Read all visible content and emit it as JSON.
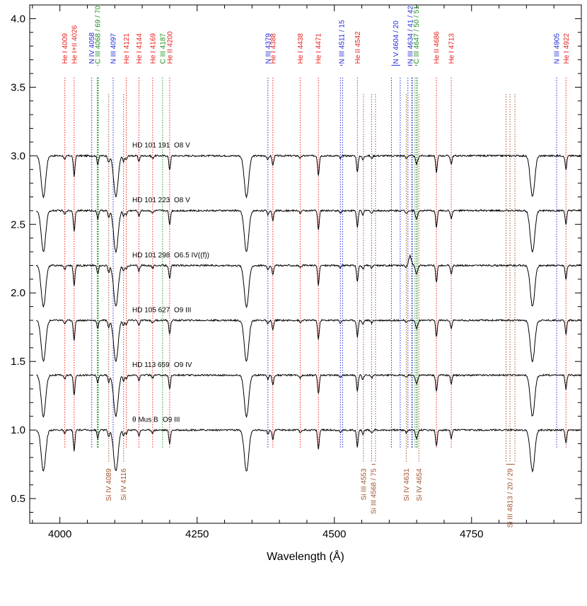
{
  "chart_data": {
    "type": "line",
    "xlabel": "Wavelength (Å)",
    "ylabel": "",
    "xlim": [
      3945,
      4950
    ],
    "ylim": [
      0.32,
      4.1
    ],
    "xticks": [
      4000,
      4250,
      4500,
      4750
    ],
    "yticks": [
      0.5,
      1.0,
      1.5,
      2.0,
      2.5,
      3.0,
      3.5,
      4.0
    ],
    "grid": false,
    "colors": {
      "spectrum": "#000000",
      "He": "#e8201c",
      "N": "#2028d8",
      "C": "#1a8f1a",
      "Si": "#a0522d"
    },
    "series": [
      {
        "name": "HD 101 191",
        "sptype": "O8 V",
        "offset": 3.0
      },
      {
        "name": "HD 101 223",
        "sptype": "O8 V",
        "offset": 2.6
      },
      {
        "name": "HD 101 298",
        "sptype": "O6.5 IV((f))",
        "offset": 2.2
      },
      {
        "name": "HD 105 627",
        "sptype": "O9 III",
        "offset": 1.8
      },
      {
        "name": "HD 113 659",
        "sptype": "O9 IV",
        "offset": 1.4
      },
      {
        "name": "θ Mus B",
        "sptype": "O9 III",
        "offset": 1.0
      }
    ],
    "absorption_lines": [
      {
        "wl": 3970,
        "depth": 0.3,
        "width": 4
      },
      {
        "wl": 4009,
        "depth": 0.03,
        "width": 1.5
      },
      {
        "wl": 4026,
        "depth": 0.15,
        "width": 1.5
      },
      {
        "wl": 4069,
        "depth": 0.06,
        "width": 1.5
      },
      {
        "wl": 4089,
        "depth": 0.05,
        "width": 1.5
      },
      {
        "wl": 4102,
        "depth": 0.3,
        "width": 4
      },
      {
        "wl": 4116,
        "depth": 0.04,
        "width": 1.5
      },
      {
        "wl": 4121,
        "depth": 0.03,
        "width": 1.5
      },
      {
        "wl": 4144,
        "depth": 0.04,
        "width": 1.5
      },
      {
        "wl": 4169,
        "depth": 0.02,
        "width": 1.5
      },
      {
        "wl": 4200,
        "depth": 0.1,
        "width": 1.5
      },
      {
        "wl": 4340,
        "depth": 0.3,
        "width": 4
      },
      {
        "wl": 4379,
        "depth": 0.03,
        "width": 1.5
      },
      {
        "wl": 4388,
        "depth": 0.07,
        "width": 1.5
      },
      {
        "wl": 4438,
        "depth": 0.02,
        "width": 1.5
      },
      {
        "wl": 4471,
        "depth": 0.14,
        "width": 1.5
      },
      {
        "wl": 4511,
        "depth": 0.02,
        "width": 1.5
      },
      {
        "wl": 4542,
        "depth": 0.12,
        "width": 1.5
      },
      {
        "wl": 4552,
        "depth": 0.03,
        "width": 1.5
      },
      {
        "wl": 4568,
        "depth": 0.02,
        "width": 1.5
      },
      {
        "wl": 4631,
        "depth": 0.02,
        "width": 1.5
      },
      {
        "wl": 4650,
        "depth": 0.06,
        "width": 2
      },
      {
        "wl": 4686,
        "depth": 0.12,
        "width": 1.5
      },
      {
        "wl": 4713,
        "depth": 0.06,
        "width": 1.5
      },
      {
        "wl": 4861,
        "depth": 0.3,
        "width": 4
      },
      {
        "wl": 4922,
        "depth": 0.1,
        "width": 1.5
      }
    ],
    "line_ids": [
      {
        "wl": 4009,
        "label": "He I 4009",
        "color": "He"
      },
      {
        "wl": 4026,
        "label": "He I+II 4026",
        "color": "He"
      },
      {
        "wl": 4058,
        "label": "N IV 4058",
        "color": "N"
      },
      {
        "wl": 4069,
        "label": "C III 4068 / 69 / 70",
        "color": "C",
        "wls": [
          4068,
          4069,
          4070
        ]
      },
      {
        "wl": 4097,
        "label": "N III 4097",
        "color": "N"
      },
      {
        "wl": 4121,
        "label": "He I 4121",
        "color": "He"
      },
      {
        "wl": 4144,
        "label": "He I 4144",
        "color": "He"
      },
      {
        "wl": 4169,
        "label": "He I 4169",
        "color": "He"
      },
      {
        "wl": 4187,
        "label": "C III 4187",
        "color": "C"
      },
      {
        "wl": 4200,
        "label": "He II 4200",
        "color": "He"
      },
      {
        "wl": 4379,
        "label": "N III 4379",
        "color": "N"
      },
      {
        "wl": 4388,
        "label": "He I 4388",
        "color": "He"
      },
      {
        "wl": 4438,
        "label": "He I 4438",
        "color": "He"
      },
      {
        "wl": 4471,
        "label": "He I 4471",
        "color": "He"
      },
      {
        "wl": 4513,
        "label": "N III 4511 / 15",
        "color": "N",
        "wls": [
          4511,
          4515
        ]
      },
      {
        "wl": 4542,
        "label": "He II 4542",
        "color": "He"
      },
      {
        "wl": 4612,
        "label": "N V 4604 / 20",
        "color": "N",
        "wls": [
          4604,
          4620
        ]
      },
      {
        "wl": 4638,
        "label": "N III 4634 / 41 / 42",
        "color": "N",
        "wls": [
          4634,
          4641,
          4642
        ]
      },
      {
        "wl": 4649,
        "label": "C III 4647 / 50 / 51",
        "color": "C",
        "wls": [
          4647,
          4650,
          4651
        ]
      },
      {
        "wl": 4686,
        "label": "He II 4686",
        "color": "He"
      },
      {
        "wl": 4713,
        "label": "He I 4713",
        "color": "He"
      },
      {
        "wl": 4905,
        "label": "N III 4905",
        "color": "N"
      },
      {
        "wl": 4922,
        "label": "He I 4922",
        "color": "He"
      }
    ],
    "si_ids": [
      {
        "wl": 4089,
        "label": "Si IV 4089",
        "wls": [
          4089
        ]
      },
      {
        "wl": 4116,
        "label": "Si IV 4116",
        "wls": [
          4116
        ]
      },
      {
        "wl": 4553,
        "label": "Si III 4553",
        "wls": [
          4553
        ]
      },
      {
        "wl": 4571,
        "label": "Si III 4568 / 75",
        "wls": [
          4568,
          4575
        ]
      },
      {
        "wl": 4631,
        "label": "Si IV 4631",
        "wls": [
          4631
        ]
      },
      {
        "wl": 4654,
        "label": "Si IV 4654",
        "wls": [
          4654
        ]
      },
      {
        "wl": 4820,
        "label": "Si III 4813 / 20 / 29",
        "wls": [
          4813,
          4820,
          4829
        ]
      }
    ]
  }
}
